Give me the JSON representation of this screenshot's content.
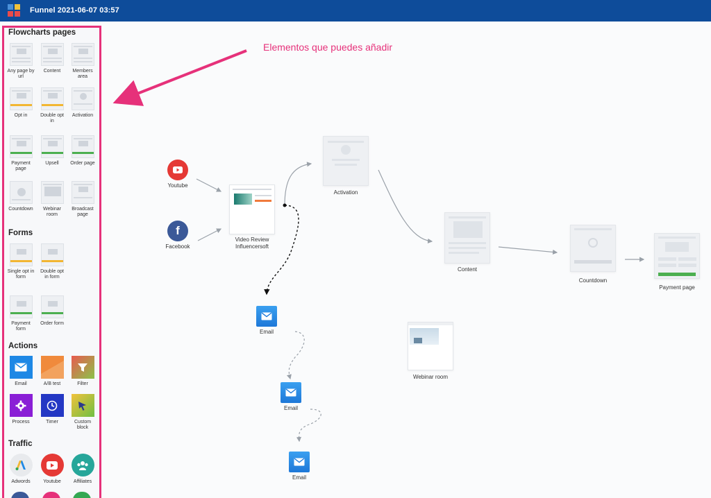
{
  "window": {
    "title": "Funnel 2021-06-07 03:57"
  },
  "annotation": "Elementos que puedes añadir",
  "sidebar": {
    "flowcharts_title": "Flowcharts pages",
    "flowcharts": [
      {
        "label": "Any page by url"
      },
      {
        "label": "Content"
      },
      {
        "label": "Members area"
      },
      {
        "label": "Opt in"
      },
      {
        "label": "Double opt in"
      },
      {
        "label": "Activation"
      },
      {
        "label": "Payment page"
      },
      {
        "label": "Upsell"
      },
      {
        "label": "Order page"
      },
      {
        "label": "Countdown"
      },
      {
        "label": "Webinar room"
      },
      {
        "label": "Broadcast page"
      }
    ],
    "forms_title": "Forms",
    "forms": [
      {
        "label": "Single opt in form"
      },
      {
        "label": "Double opt in form"
      },
      {
        "label": "Payment form"
      },
      {
        "label": "Order form"
      }
    ],
    "actions_title": "Actions",
    "actions": [
      {
        "label": "Email",
        "icon": "email-icon",
        "color": "#1e88e5"
      },
      {
        "label": "A/B test",
        "icon": "ab-test-icon",
        "color": "#f07a3c"
      },
      {
        "label": "Filter",
        "icon": "filter-icon",
        "color": "#e85a4f"
      },
      {
        "label": "Process",
        "icon": "gear-icon",
        "color": "#8a1fd6"
      },
      {
        "label": "Timer",
        "icon": "clock-icon",
        "color": "#2438c4"
      },
      {
        "label": "Custom block",
        "icon": "cursor-icon",
        "color": "#8bc34a"
      }
    ],
    "traffic_title": "Traffic",
    "traffic": [
      {
        "label": "Adwords",
        "icon": "adwords-icon",
        "color": "#e8eaed"
      },
      {
        "label": "Youtube",
        "icon": "youtube-icon",
        "color": "#e53935"
      },
      {
        "label": "Affiliates",
        "icon": "affiliates-icon",
        "color": "#26a69a"
      }
    ]
  },
  "canvas": {
    "youtube": {
      "label": "Youtube",
      "color": "#e53935"
    },
    "facebook": {
      "label": "Facebook",
      "color": "#3b5998"
    },
    "video_review": {
      "label": "Video Review Influencersoft"
    },
    "activation": {
      "label": "Activation"
    },
    "content": {
      "label": "Content"
    },
    "countdown": {
      "label": "Countdown"
    },
    "payment_page": {
      "label": "Payment page"
    },
    "webinar_room": {
      "label": "Webinar room"
    },
    "email_1": {
      "label": "Email"
    },
    "email_2": {
      "label": "Email"
    },
    "email_3": {
      "label": "Email"
    }
  }
}
